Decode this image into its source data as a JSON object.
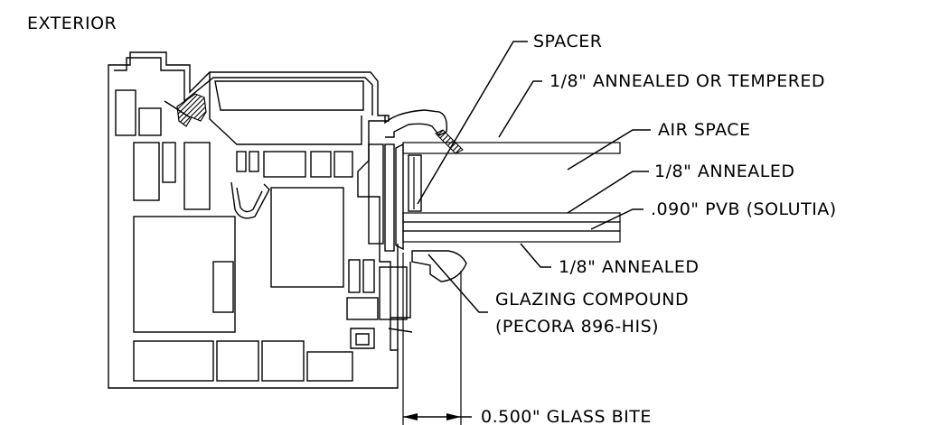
{
  "title": "EXTERIOR",
  "callouts": {
    "spacer": "SPACER",
    "outer_lite": "1/8\" ANNEALED OR TEMPERED",
    "air_space": "AIR SPACE",
    "inner_lite_1": "1/8\" ANNEALED",
    "interlayer": ".090\" PVB (SOLUTIA)",
    "inner_lite_2": "1/8\" ANNEALED",
    "glazing_compound_line1": "GLAZING COMPOUND",
    "glazing_compound_line2": "(PECORA 896-HIS)"
  },
  "dimension": {
    "label": "0.500\" GLASS BITE"
  }
}
